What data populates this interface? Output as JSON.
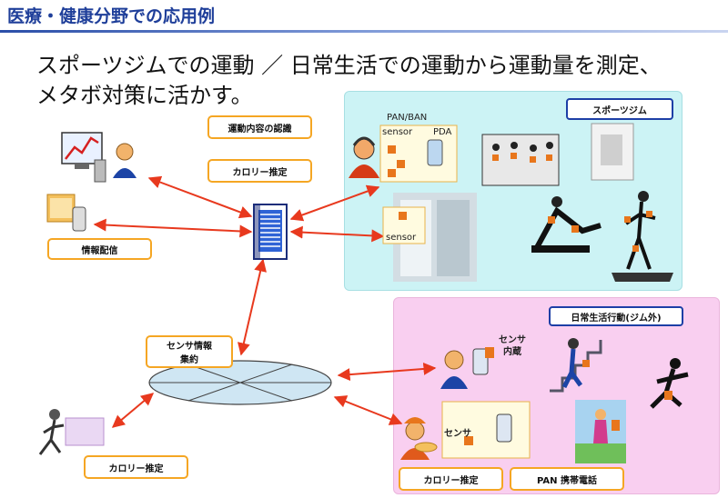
{
  "slide": {
    "title": "医療・健康分野での応用例",
    "heading_line1": "スポーツジムでの運動 ／ 日常生活での運動から運動量を測定、",
    "heading_line2": "メタボ対策に活かす。"
  },
  "labels": {
    "exercise_recognition": "運動内容の認識",
    "calorie_estimation_top": "カロリー推定",
    "info_delivery": "情報配信",
    "sensor_aggregation_1": "センサ情報",
    "sensor_aggregation_2": "集約",
    "calorie_estimation_bottom_left": "カロリー推定",
    "calorie_estimation_bottom_right": "カロリー推定",
    "pan_mobile": "PAN 携帯電話"
  },
  "gym": {
    "title": "スポーツジム",
    "pan_ban": "PAN/BAN",
    "sensor": "sensor",
    "pda": "PDA",
    "room_sensor": "sensor"
  },
  "daily": {
    "title": "日常生活行動(ジム外)",
    "builtin_sensor_1": "センサ",
    "builtin_sensor_2": "内蔵",
    "sensor": "センサ"
  },
  "colors": {
    "accent_blue": "#1f3f9a",
    "arrow_red": "#e8391e",
    "box_orange": "#f5a623",
    "gym_panel": "#ccf3f5",
    "daily_panel": "#f9cff0"
  }
}
